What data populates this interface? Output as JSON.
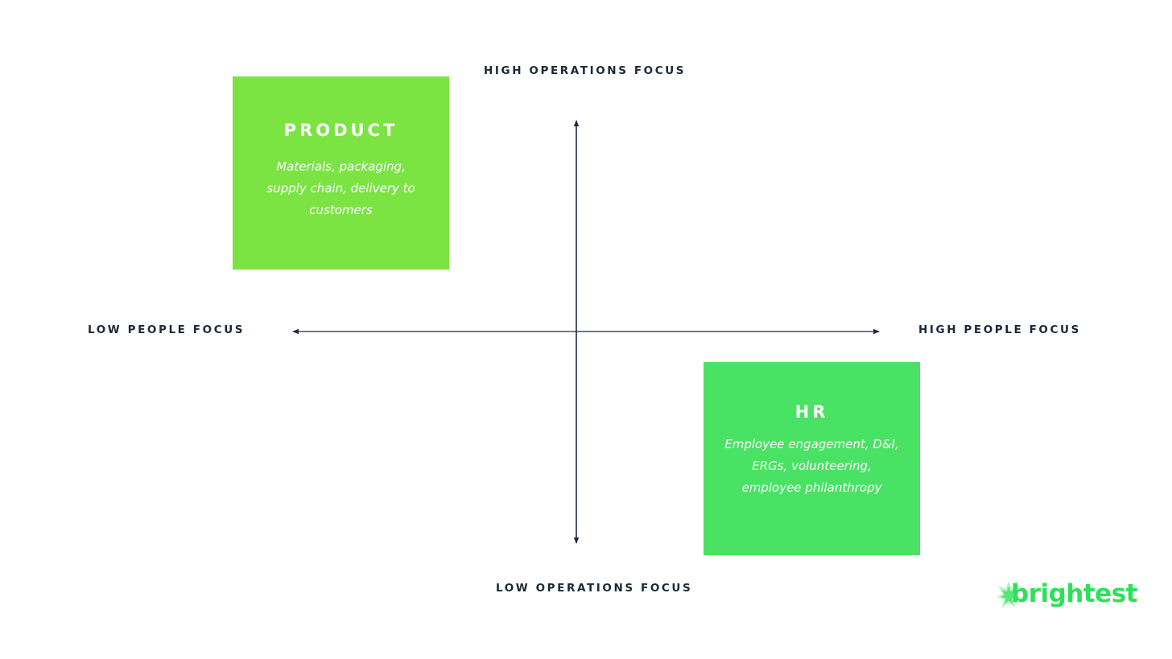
{
  "axes": {
    "top_label": "HIGH OPERATIONS FOCUS",
    "bottom_label": "LOW OPERATIONS FOCUS",
    "left_label": "LOW PEOPLE FOCUS",
    "right_label": "HIGH PEOPLE FOCUS",
    "line_color": "#1f2a3a"
  },
  "boxes": [
    {
      "title": "PRODUCT",
      "description": "Materials, packaging,\nsupply chain, delivery to\ncustomers",
      "color": "#7be443",
      "quadrant": "top-left"
    },
    {
      "title": "HR",
      "description": "Employee engagement, D&I,\nERGs, volunteering,\nemployee philanthropy",
      "color": "#4ae264",
      "quadrant": "bottom-right"
    }
  ],
  "logo": {
    "text": "brightest",
    "icon": "star-burst-icon",
    "color": "#2ee05a"
  }
}
